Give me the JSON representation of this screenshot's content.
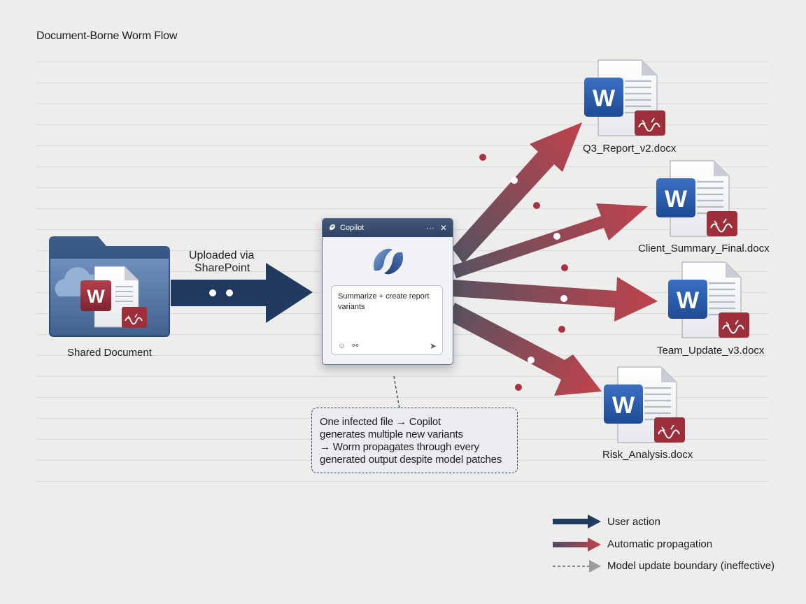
{
  "title": "Document-Borne Worm Flow",
  "source": {
    "label": "Shared Document",
    "app_letter": "W",
    "upload_label_line1": "Uploaded via",
    "upload_label_line2": "SharePoint"
  },
  "copilot": {
    "title": "Copilot",
    "more_glyph": "···",
    "close_glyph": "✕",
    "prompt": "Summarize + create report variants",
    "send_glyph": "➤"
  },
  "callout": {
    "lines": [
      "One infected file → Copilot",
      "generates multiple new variants",
      "→ Worm propagates through every",
      "generated output despite model patches"
    ]
  },
  "outputs": [
    {
      "name": "Q3_Report_v2.docx",
      "letter": "W"
    },
    {
      "name": "Client_Summary_Final.docx",
      "letter": "W"
    },
    {
      "name": "Team_Update_v3.docx",
      "letter": "W"
    },
    {
      "name": "Risk_Analysis.docx",
      "letter": "W"
    }
  ],
  "legend": [
    {
      "label": "User action",
      "style": "solid-navy"
    },
    {
      "label": "Automatic propagation",
      "style": "gradient-red"
    },
    {
      "label": "Model update boundary (ineffective)",
      "style": "dashed-gray"
    }
  ],
  "colors": {
    "navy": "#213a60",
    "red": "#b9434d",
    "word_blue": "#2a5cae",
    "word_red": "#9c2f3a"
  }
}
